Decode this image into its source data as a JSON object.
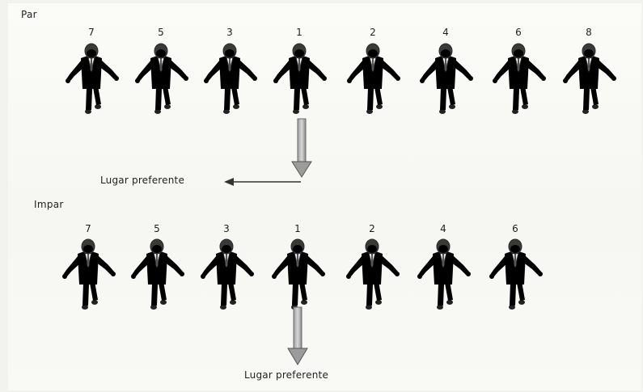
{
  "even_section": {
    "label": "Par",
    "numbers": [
      "7",
      "5",
      "3",
      "1",
      "2",
      "4",
      "6",
      "8"
    ],
    "caption": "Lugar preferente"
  },
  "odd_section": {
    "label": "Impar",
    "numbers": [
      "7",
      "5",
      "3",
      "1",
      "2",
      "4",
      "6"
    ],
    "caption": "Lugar preferente"
  },
  "colors": {
    "host_suit": "#1c1c1c",
    "guest_suit": "#ffffff",
    "outline": "#2a2a2a",
    "arrow": "#666666"
  }
}
